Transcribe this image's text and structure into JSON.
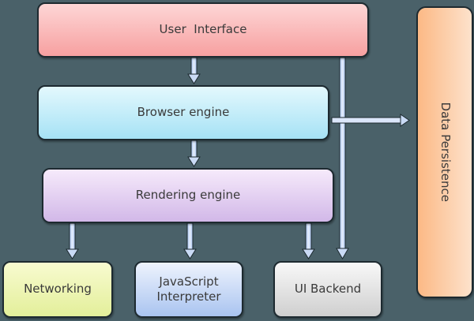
{
  "diagram": {
    "title": "Browser architecture",
    "components": {
      "user_interface": "User  Interface",
      "browser_engine": "Browser engine",
      "rendering_engine": "Rendering engine",
      "networking": "Networking",
      "js_interpreter_line1": "JavaScript",
      "js_interpreter_line2": "Interpreter",
      "ui_backend": "UI Backend",
      "data_persistence": "Data Persistence"
    },
    "connections": [
      {
        "from": "User Interface",
        "to": "Browser engine"
      },
      {
        "from": "Browser engine",
        "to": "Rendering engine"
      },
      {
        "from": "Browser engine",
        "to": "Data Persistence"
      },
      {
        "from": "User Interface",
        "to": "UI Backend"
      },
      {
        "from": "Rendering engine",
        "to": "Networking"
      },
      {
        "from": "Rendering engine",
        "to": "JavaScript Interpreter"
      },
      {
        "from": "Rendering engine",
        "to": "UI Backend"
      }
    ],
    "colors": {
      "background": "#4a6169",
      "user_interface": "#f7a0a0",
      "browser_engine": "#a6e2f5",
      "rendering_engine": "#d2b8e8",
      "networking": "#e3ef9a",
      "js_interpreter": "#a9c4f0",
      "ui_backend": "#cfcfcf",
      "data_persistence": "#fcb985",
      "arrow": "#c9daf5"
    }
  }
}
